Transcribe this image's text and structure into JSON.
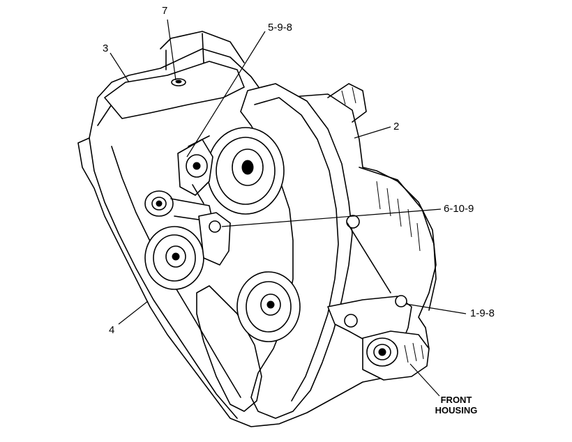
{
  "callouts": {
    "c7": "7",
    "c598": "5-9-8",
    "c3": "3",
    "c2": "2",
    "c6109": "6-10-9",
    "c198": "1-9-8",
    "c4": "4"
  },
  "front_housing": {
    "line1": "FRONT",
    "line2": "HOUSING"
  }
}
